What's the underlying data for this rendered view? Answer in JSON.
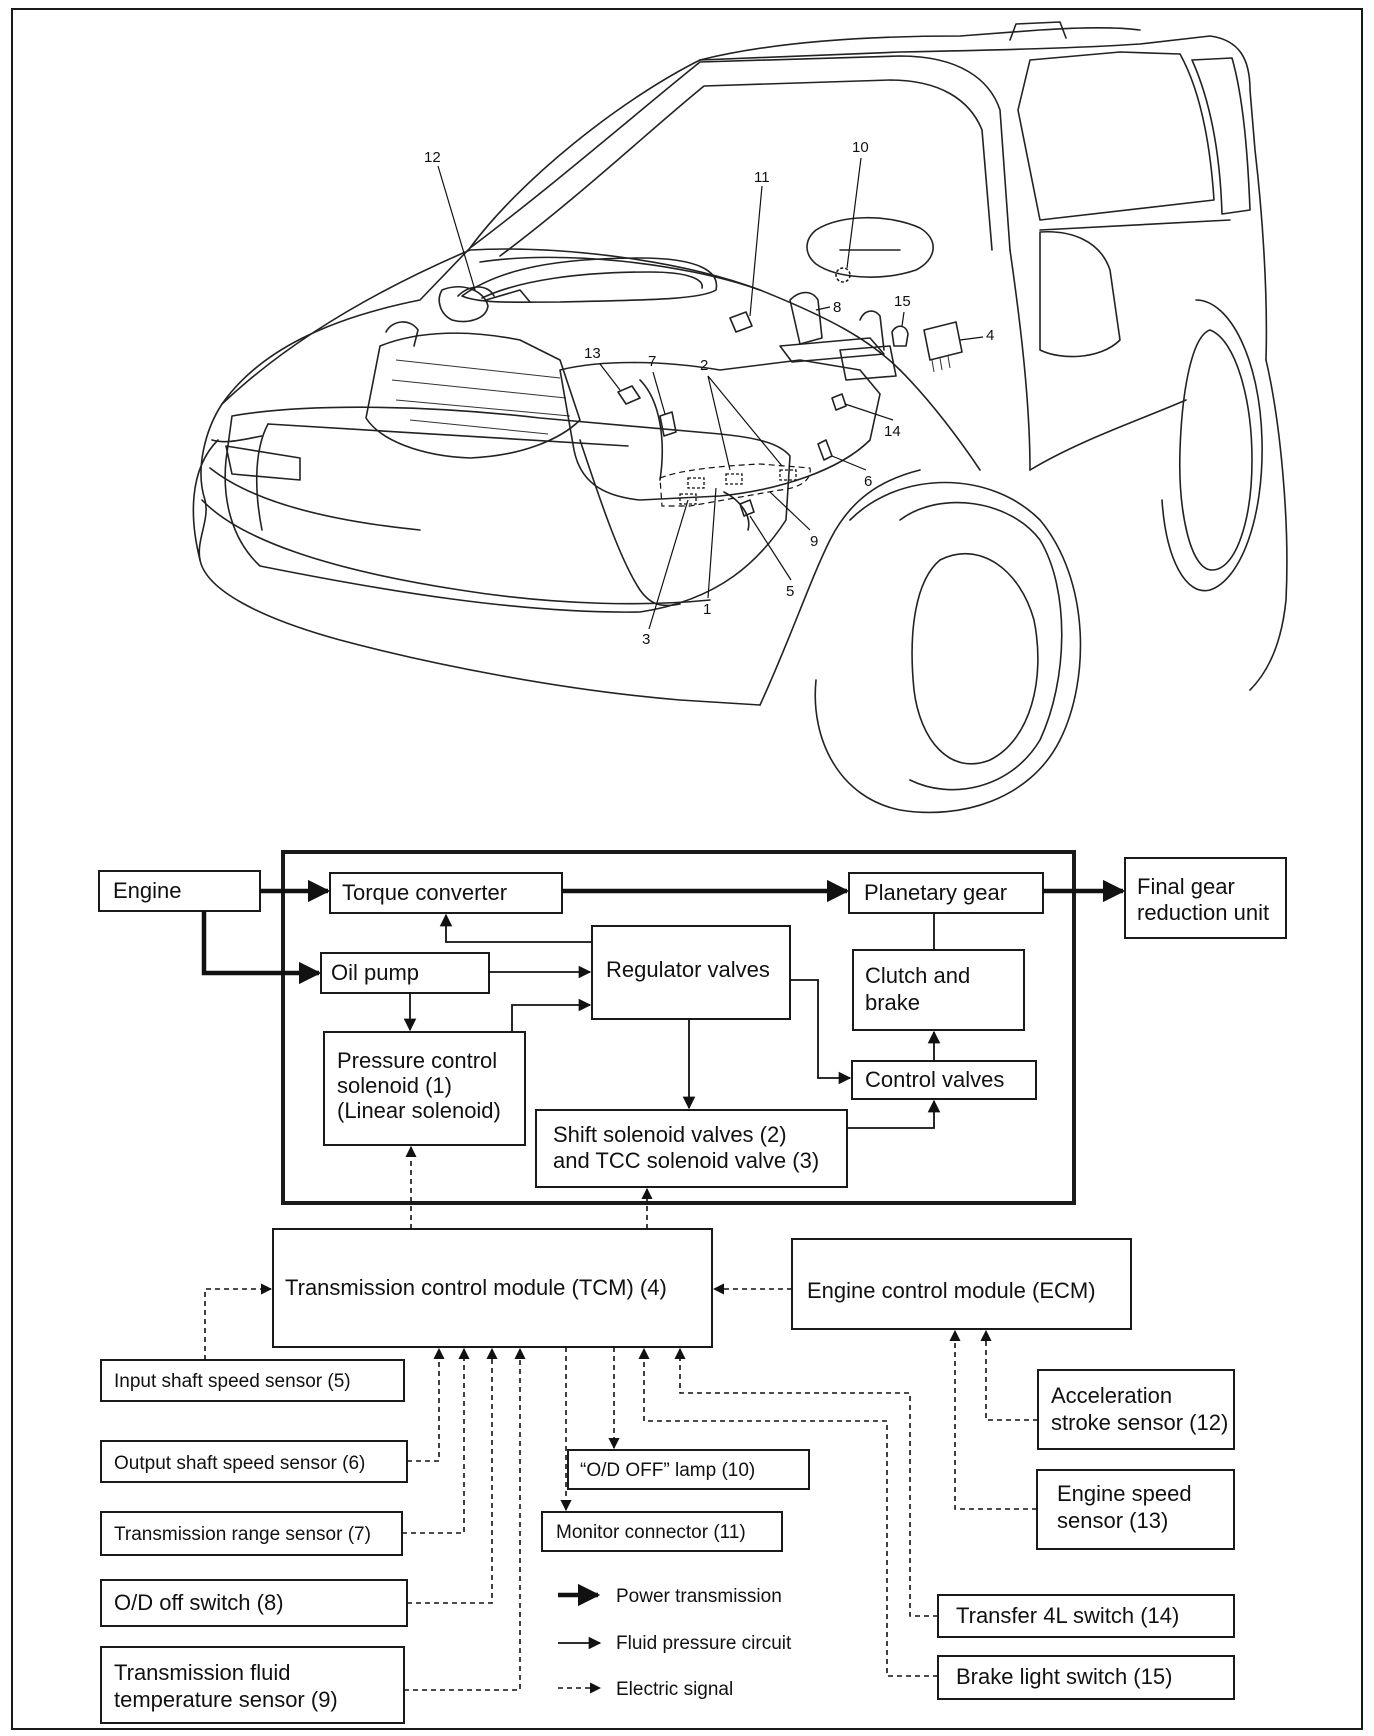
{
  "callouts": {
    "n1": "1",
    "n2": "2",
    "n3": "3",
    "n4": "4",
    "n5": "5",
    "n6": "6",
    "n7": "7",
    "n8": "8",
    "n9": "9",
    "n10": "10",
    "n11": "11",
    "n12": "12",
    "n13": "13",
    "n14": "14",
    "n15": "15"
  },
  "blocks": {
    "engine": "Engine",
    "torque_converter": "Torque converter",
    "planetary_gear": "Planetary gear",
    "final_gear": [
      "Final gear",
      "reduction unit"
    ],
    "oil_pump": "Oil pump",
    "regulator_valves": "Regulator valves",
    "clutch_brake": [
      "Clutch and",
      "brake"
    ],
    "pressure_control": [
      "Pressure control",
      "solenoid (1)",
      "(Linear solenoid)"
    ],
    "control_valves": "Control valves",
    "shift_solenoid": [
      "Shift solenoid valves (2)",
      "and TCC solenoid valve (3)"
    ],
    "tcm": "Transmission control module (TCM) (4)",
    "ecm": "Engine control module (ECM)",
    "input_shaft": "Input shaft speed sensor (5)",
    "output_shaft": "Output shaft speed sensor (6)",
    "range_sensor": "Transmission range sensor (7)",
    "od_switch": "O/D off switch (8)",
    "fluid_temp": [
      "Transmission fluid",
      "temperature sensor (9)"
    ],
    "od_lamp": "“O/D OFF” lamp (10)",
    "monitor": "Monitor connector (11)",
    "accel": [
      "Acceleration",
      "stroke sensor (12)"
    ],
    "engine_speed": [
      "Engine speed",
      "sensor (13)"
    ],
    "transfer": "Transfer 4L switch (14)",
    "brake_light": "Brake light switch (15)"
  },
  "legend": {
    "power": "Power transmission",
    "fluid": "Fluid pressure circuit",
    "electric": "Electric signal"
  }
}
